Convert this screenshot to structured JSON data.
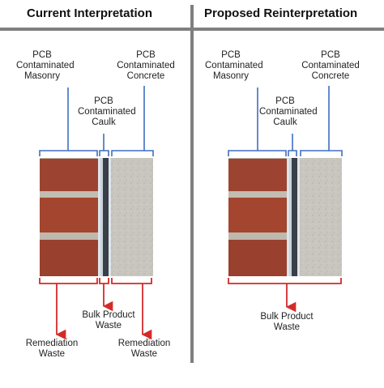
{
  "panels": {
    "left": {
      "title": "Current Interpretation",
      "labels": {
        "masonry": [
          "PCB",
          "Contaminated",
          "Masonry"
        ],
        "caulk": [
          "PCB",
          "Contaminated",
          "Caulk"
        ],
        "concrete": [
          "PCB",
          "Contaminated",
          "Concrete"
        ]
      },
      "outcomes": {
        "remediation_left": [
          "Remediation",
          "Waste"
        ],
        "bulk": [
          "Bulk Product",
          "Waste"
        ],
        "remediation_right": [
          "Remediation",
          "Waste"
        ]
      }
    },
    "right": {
      "title": "Proposed Reinterpretation",
      "labels": {
        "masonry": [
          "PCB",
          "Contaminated",
          "Masonry"
        ],
        "caulk": [
          "PCB",
          "Contaminated",
          "Caulk"
        ],
        "concrete": [
          "PCB",
          "Contaminated",
          "Concrete"
        ]
      },
      "outcomes": {
        "bulk": [
          "Bulk Product",
          "Waste"
        ]
      }
    }
  },
  "colors": {
    "bracket_blue": "#3d6fbf",
    "bracket_red": "#d42a2a",
    "divider": "#7f7f7f",
    "brick": "#9a4230",
    "mortar": "#b9b3a8",
    "caulk": "#dfe6ec",
    "concrete": "#c9c7bf"
  }
}
